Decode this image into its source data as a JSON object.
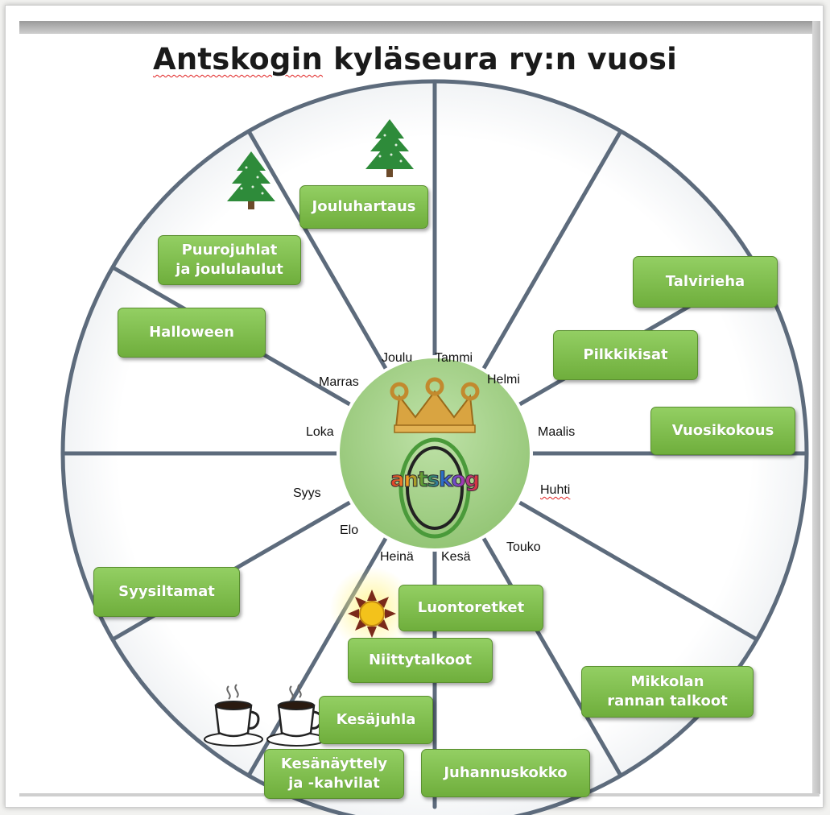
{
  "title": {
    "underlined_word": "Antskogin",
    "rest": " kyläseura ry:n vuosi"
  },
  "hub": {
    "logo_text": "antskog",
    "crown_icon": "crown-icon"
  },
  "months": [
    {
      "key": "tammi",
      "label": "Tammi"
    },
    {
      "key": "helmi",
      "label": "Helmi"
    },
    {
      "key": "maalis",
      "label": "Maalis"
    },
    {
      "key": "huhti",
      "label": "Huhti"
    },
    {
      "key": "touko",
      "label": "Touko"
    },
    {
      "key": "kesa",
      "label": "Kesä"
    },
    {
      "key": "heina",
      "label": "Heinä"
    },
    {
      "key": "elo",
      "label": "Elo"
    },
    {
      "key": "syys",
      "label": "Syys"
    },
    {
      "key": "loka",
      "label": "Loka"
    },
    {
      "key": "marras",
      "label": "Marras"
    },
    {
      "key": "joulu",
      "label": "Joulu"
    }
  ],
  "events": {
    "jouluhartaus": "Jouluhartaus",
    "puurojuhlat_line1": "Puurojuhlat",
    "puurojuhlat_line2": "ja joululaulut",
    "halloween": "Halloween",
    "talvirieha": "Talvirieha",
    "pilkkikisat": "Pilkkikisat",
    "vuosikokous": "Vuosikokous",
    "syysiltamat": "Syysiltamat",
    "luontoretket": "Luontoretket",
    "niittytalkoot": "Niittytalkoot",
    "mikkolan_line1": "Mikkolan",
    "mikkolan_line2": "rannan talkoot",
    "kesajuhla": "Kesäjuhla",
    "kesanayttely_line1": "Kesänäyttely",
    "kesanayttely_line2": "ja -kahvilat",
    "juhannuskokko": "Juhannuskokko"
  },
  "colors": {
    "event_box": "#7dbd4b",
    "wheel_spoke": "#5d6b7c",
    "hub_fill": "#a8d58a",
    "tree": "#2e8b3a",
    "sun": "#f3c21b"
  },
  "icons": [
    "christmas-tree-icon",
    "sun-icon",
    "coffee-cup-icon",
    "crown-icon"
  ]
}
